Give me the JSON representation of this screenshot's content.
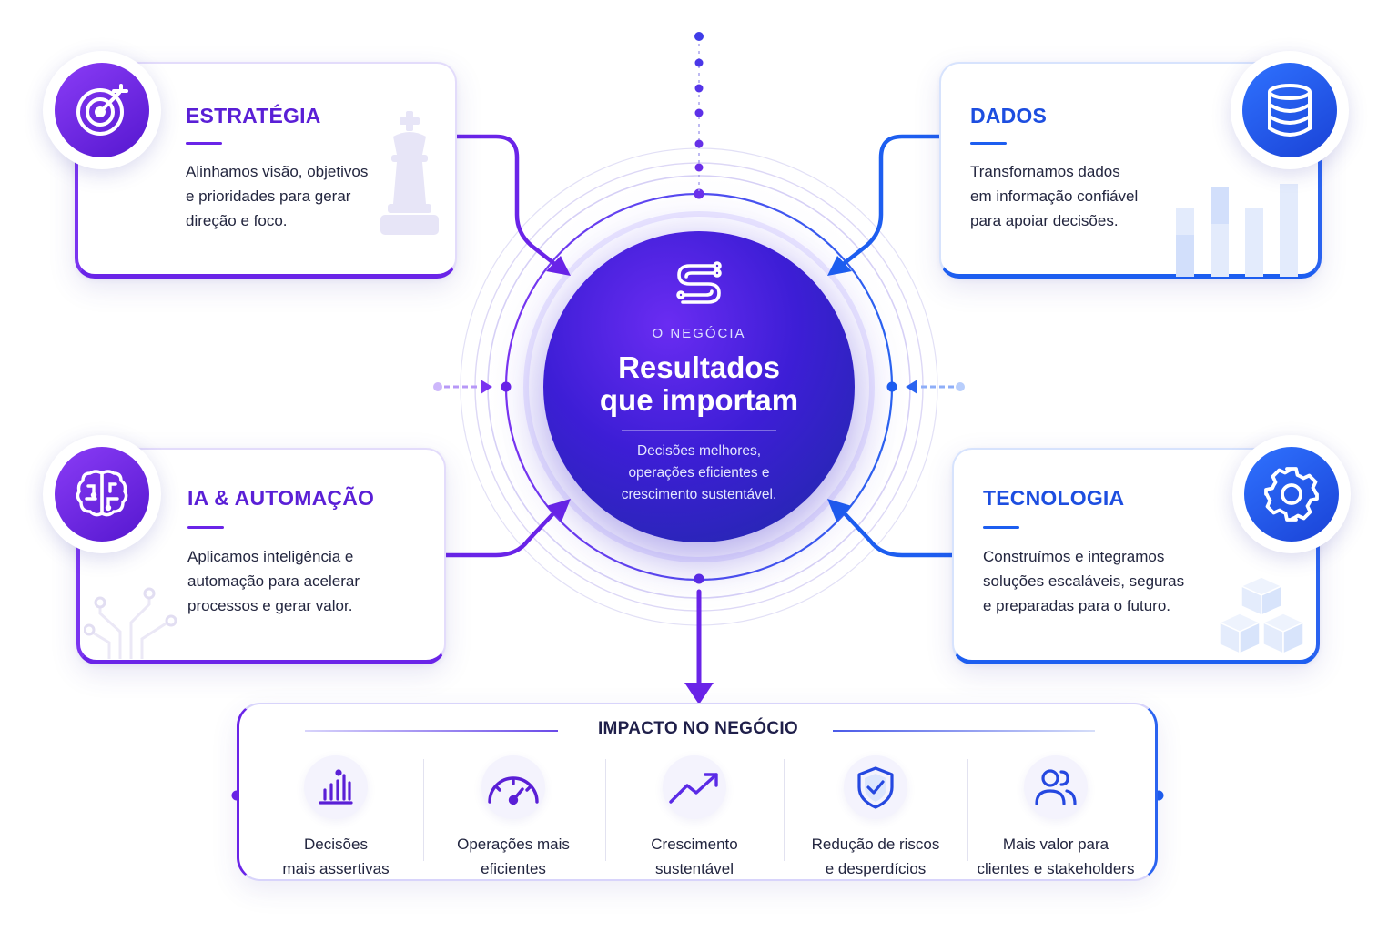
{
  "center": {
    "kicker": "O NEGÓCIA",
    "title_line1": "Resultados",
    "title_line2": "que importam",
    "subtitle_line1": "Decisões melhores,",
    "subtitle_line2": "operações eficientes e",
    "subtitle_line3": "crescimento sustentável.",
    "logo_icon": "circuit-s-logo-icon"
  },
  "cards": {
    "estrategia": {
      "title": "ESTRATÉGIA",
      "desc_line1": "Alinhamos visão, objetivos",
      "desc_line2": "e prioridades para gerar",
      "desc_line3": "direção e foco.",
      "icon": "target-icon",
      "decoration": "chess-king-icon",
      "color": "#6a24e8"
    },
    "dados": {
      "title": "DADOS",
      "desc_line1": "Transfornamos dados",
      "desc_line2": "em informação confiável",
      "desc_line3": "para apoiar decisões.",
      "icon": "database-icon",
      "decoration": "bar-chart-icon",
      "color": "#1d5ef0"
    },
    "ia": {
      "title": "IA & AUTOMAÇÃO",
      "desc_line1": "Aplicamos inteligência e",
      "desc_line2": "automação para acelerar",
      "desc_line3": "processos e gerar valor.",
      "icon": "brain-circuit-icon",
      "decoration": "circuit-traces-icon",
      "color": "#6a24e8"
    },
    "tecnologia": {
      "title": "TECNOLOGIA",
      "desc_line1": "Construímos e integramos",
      "desc_line2": "soluções escaláveis, seguras",
      "desc_line3": "e preparadas para o futuro.",
      "icon": "gear-icon",
      "decoration": "stacked-cubes-icon",
      "color": "#1d5ef0"
    }
  },
  "impact": {
    "title": "IMPACTO NO NEGÓCIO",
    "items": [
      {
        "line1": "Decisões",
        "line2": "mais assertivas",
        "icon": "bar-chart-growth-icon"
      },
      {
        "line1": "Operações mais",
        "line2": "eficientes",
        "icon": "speedometer-icon"
      },
      {
        "line1": "Crescimento",
        "line2": "sustentável",
        "icon": "trend-up-arrow-icon"
      },
      {
        "line1": "Redução de riscos",
        "line2": "e desperdícios",
        "icon": "shield-check-icon"
      },
      {
        "line1": "Mais valor para",
        "line2": "clientes e stakeholders",
        "icon": "users-icon"
      }
    ]
  },
  "colors": {
    "purple": "#6a24e8",
    "blue": "#1d5ef0",
    "text": "#23263f"
  }
}
